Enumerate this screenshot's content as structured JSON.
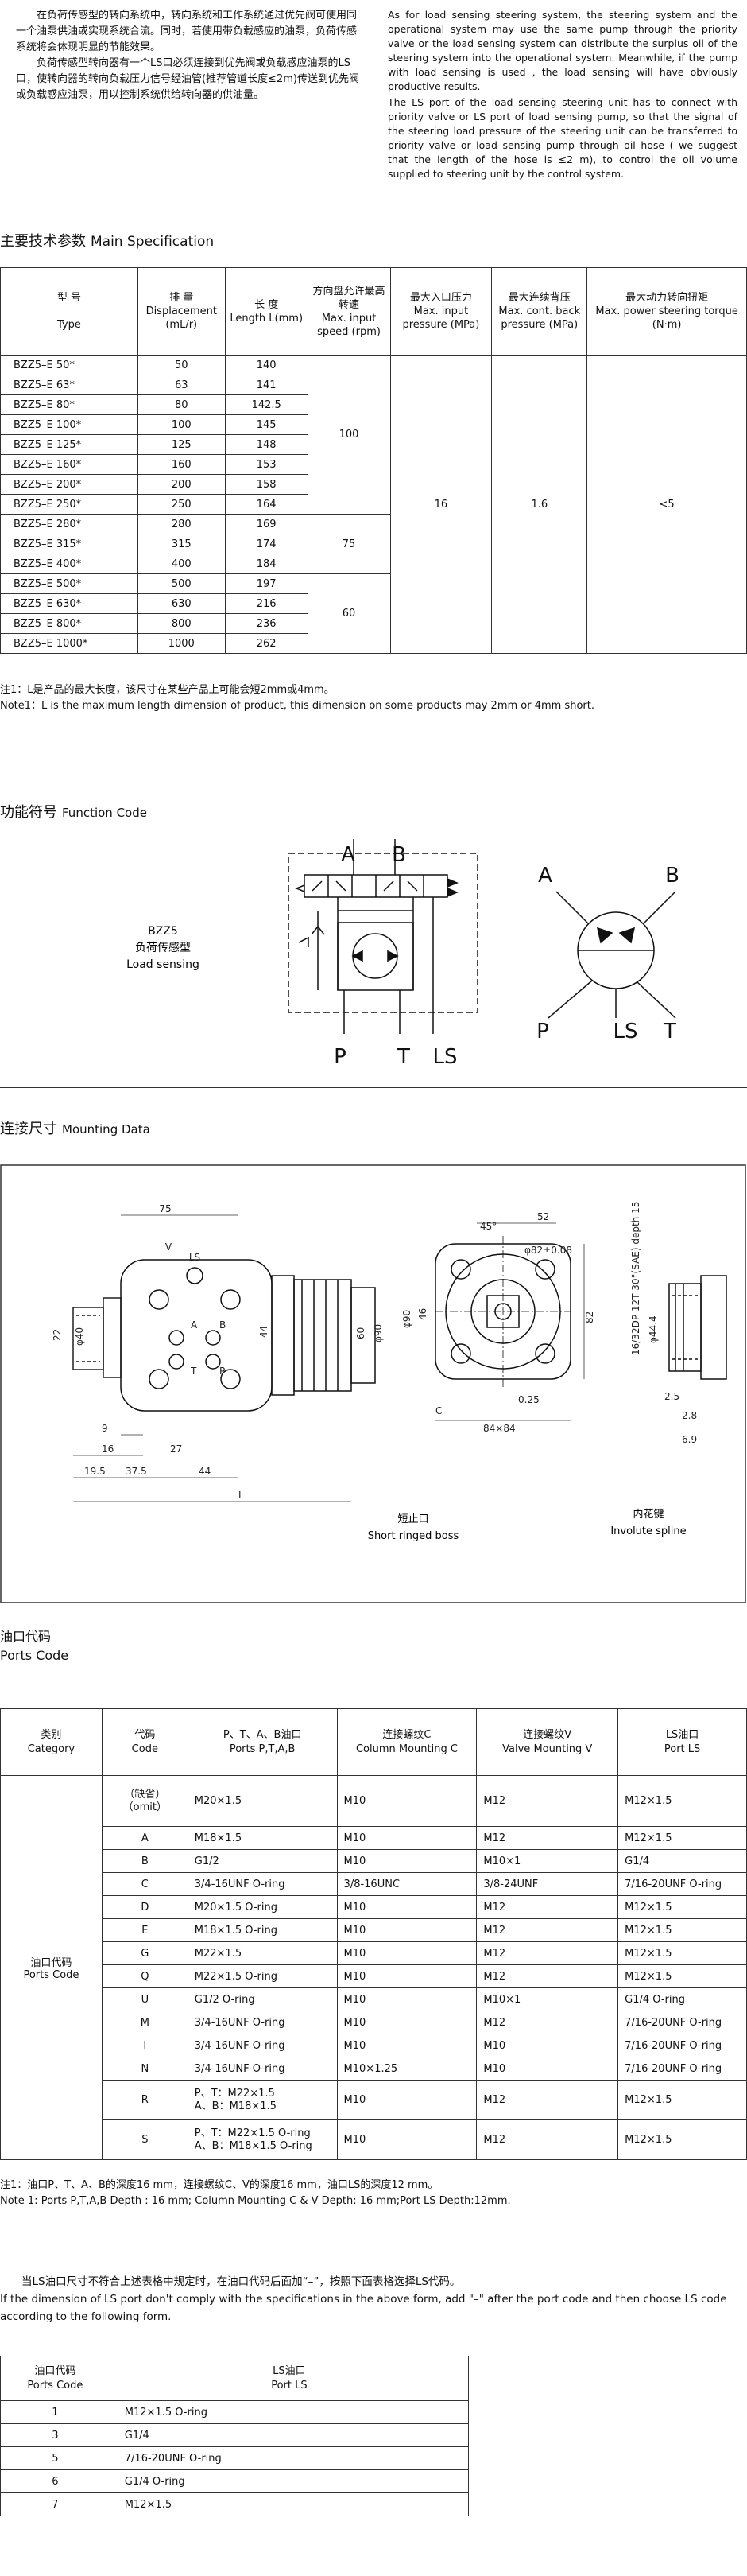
{
  "intro": {
    "cn_p1": "在负荷传感型的转向系统中，转向系统和工作系统通过优先阀可使用同一个油泵供油或实现系统合流。同时，若使用带负载感应的油泵，负荷传感系统将会体现明显的节能效果。",
    "cn_p2": "负荷传感型转向器有一个LS口必须连接到优先阀或负载感应油泵的LS口，使转向器的转向负载压力信号经油管(推荐管道长度≤2m)传送到优先阀或负载感应油泵，用以控制系统供给转向器的供油量。",
    "en_p1": "As for load sensing steering system, the steering system and the operational system may use the same pump through the priority valve or the load sensing system can distribute the surplus oil of the steering system into the operational system. Meanwhile, if the pump with load sensing is used , the load sensing will have obviously productive results.",
    "en_p2": "The LS port of the load sensing steering unit has to connect with priority valve or LS port of load sensing pump, so that the signal of the steering load pressure of the steering unit can be transferred to priority valve or load sensing pump through oil hose ( we suggest that the length of the hose is ≤2 m), to control the oil  volume supplied to steering unit by the control system."
  },
  "spec": {
    "title_cn": "主要技术参数",
    "title_en": "Main Specification",
    "headers": [
      {
        "cn": "型    号",
        "en": "Type"
      },
      {
        "cn": "排    量",
        "en": "Displacement (mL/r)"
      },
      {
        "cn": "长    度",
        "en": "Length L(mm)"
      },
      {
        "cn": "方向盘允许最高转速",
        "en": "Max. input speed (rpm)"
      },
      {
        "cn": "最大入口压力",
        "en": "Max. input pressure (MPa)"
      },
      {
        "cn": "最大连续背压",
        "en": "Max. cont. back pressure (MPa)"
      },
      {
        "cn": "最大动力转向扭矩",
        "en": "Max. power steering torque (N·m)"
      }
    ],
    "rows": [
      [
        "BZZ5–E 50*",
        "50",
        "140"
      ],
      [
        "BZZ5–E 63*",
        "63",
        "141"
      ],
      [
        "BZZ5–E 80*",
        "80",
        "142.5"
      ],
      [
        "BZZ5–E 100*",
        "100",
        "145"
      ],
      [
        "BZZ5–E 125*",
        "125",
        "148"
      ],
      [
        "BZZ5–E 160*",
        "160",
        "153"
      ],
      [
        "BZZ5–E 200*",
        "200",
        "158"
      ],
      [
        "BZZ5–E 250*",
        "250",
        "164"
      ],
      [
        "BZZ5–E 280*",
        "280",
        "169"
      ],
      [
        "BZZ5–E 315*",
        "315",
        "174"
      ],
      [
        "BZZ5–E 400*",
        "400",
        "184"
      ],
      [
        "BZZ5–E 500*",
        "500",
        "197"
      ],
      [
        "BZZ5–E 630*",
        "630",
        "216"
      ],
      [
        "BZZ5–E 800*",
        "800",
        "236"
      ],
      [
        "BZZ5–E 1000*",
        "1000",
        "262"
      ]
    ],
    "speed_groups": [
      "100",
      "75",
      "60"
    ],
    "max_pressure": "16",
    "back_pressure": "1.6",
    "torque": "<5",
    "note_cn": "注1：L是产品的最大长度，该尺寸在某些产品上可能会短2mm或4mm。",
    "note_en": "Note1：L is the maximum length dimension of product, this dimension on some products may 2mm or 4mm short."
  },
  "function": {
    "title_cn": "功能符号",
    "title_en": "Function Code",
    "model": "BZZ5",
    "type_cn": "负荷传感型",
    "type_en": "Load sensing",
    "port_a": "A",
    "port_b": "B",
    "port_p": "P",
    "port_t": "T",
    "port_ls": "LS"
  },
  "mounting": {
    "title_cn": "连接尺寸",
    "title_en": "Mounting Data",
    "boss_cn": "短止口",
    "boss_en": "Short ringed boss",
    "spline_cn": "内花键",
    "spline_en": "Involute spline",
    "dims": {
      "d75": "75",
      "dV": "V",
      "dLS": "LS",
      "dA": "A",
      "dB": "B",
      "dT": "T",
      "dP": "P",
      "d44": "44",
      "d60": "60",
      "d90": "φ90",
      "d40": "φ40",
      "d22": "22",
      "d9": "9",
      "d16": "16",
      "d195": "19.5",
      "d375": "37.5",
      "d27": "27",
      "d44b": "44",
      "dL": "L",
      "d45": "45°",
      "d52": "52",
      "d82": "82",
      "d46": "46",
      "d90b": "φ90",
      "dphi": "φ82±0.08",
      "d025": "0.25",
      "dC": "C",
      "d84": "84×84",
      "spline_depth": "16/32DP 12T 30°(SAE) depth 15",
      "d44s": "φ44.4",
      "d28": "2.8",
      "d69": "6.9",
      "d25": "2.5"
    }
  },
  "ports": {
    "title_cn": "油口代码",
    "title_en": "Ports Code",
    "headers": [
      {
        "cn": "类别",
        "en": "Category"
      },
      {
        "cn": "代码",
        "en": "Code"
      },
      {
        "cn": "P、T、A、B油口",
        "en": "Ports P,T,A,B"
      },
      {
        "cn": "连接螺纹C",
        "en": "Column Mounting C"
      },
      {
        "cn": "连接螺纹V",
        "en": "Valve Mounting V"
      },
      {
        "cn": "LS油口",
        "en": "Port LS"
      }
    ],
    "category_cn": "油口代码",
    "category_en": "Ports Code",
    "omit_cn": "（缺省）",
    "omit_en": "（omit）",
    "omit_row": [
      "M20×1.5",
      "M10",
      "M12",
      "M12×1.5"
    ],
    "rows": [
      [
        "A",
        "M18×1.5",
        "M10",
        "M12",
        "M12×1.5"
      ],
      [
        "B",
        "G1/2",
        "M10",
        "M10×1",
        "G1/4"
      ],
      [
        "C",
        "3/4-16UNF O-ring",
        "3/8-16UNC",
        "3/8-24UNF",
        "7/16-20UNF O-ring"
      ],
      [
        "D",
        "M20×1.5 O-ring",
        "M10",
        "M12",
        "M12×1.5"
      ],
      [
        "E",
        "M18×1.5 O-ring",
        "M10",
        "M12",
        "M12×1.5"
      ],
      [
        "G",
        "M22×1.5",
        "M10",
        "M12",
        "M12×1.5"
      ],
      [
        "Q",
        "M22×1.5 O-ring",
        "M10",
        "M12",
        "M12×1.5"
      ],
      [
        "U",
        "G1/2 O-ring",
        "M10",
        "M10×1",
        "G1/4 O-ring"
      ],
      [
        "M",
        "3/4-16UNF O-ring",
        "M10",
        "M12",
        "7/16-20UNF O-ring"
      ],
      [
        "I",
        "3/4-16UNF O-ring",
        "M10",
        "M10",
        "7/16-20UNF O-ring"
      ],
      [
        "N",
        "3/4-16UNF O-ring",
        "M10×1.25",
        "M10",
        "7/16-20UNF O-ring"
      ]
    ],
    "row_r": {
      "code": "R",
      "l1": "P、T：M22×1.5",
      "l2": "A、B：M18×1.5",
      "c": "M10",
      "v": "M12",
      "ls": "M12×1.5"
    },
    "row_s": {
      "code": "S",
      "l1": "P、T：M22×1.5  O-ring",
      "l2": "A、B：M18×1.5 O-ring",
      "c": "M10",
      "v": "M12",
      "ls": "M12×1.5"
    },
    "note_cn": "注1：油口P、T、A、B的深度16 mm，连接螺纹C、V的深度16 mm，油口LS的深度12 mm。",
    "note_en": "Note 1: Ports P,T,A,B Depth : 16 mm; Column Mounting C & V Depth: 16 mm;Port LS Depth:12mm."
  },
  "ls_section": {
    "text_cn": "当LS油口尺寸不符合上述表格中规定时，在油口代码后面加“–”，按照下面表格选择LS代码。",
    "text_en": "If the dimension of LS port don't comply with the specifications in the above form, add \"–\" after the port code and then choose LS code according to the following form.",
    "headers": [
      {
        "cn": "油口代码",
        "en": "Ports Code"
      },
      {
        "cn": "LS油口",
        "en": "Port LS"
      }
    ],
    "rows": [
      [
        "1",
        "M12×1.5 O-ring"
      ],
      [
        "3",
        "G1/4"
      ],
      [
        "5",
        "7/16-20UNF O-ring"
      ],
      [
        "6",
        "G1/4 O-ring"
      ],
      [
        "7",
        "M12×1.5"
      ]
    ]
  }
}
